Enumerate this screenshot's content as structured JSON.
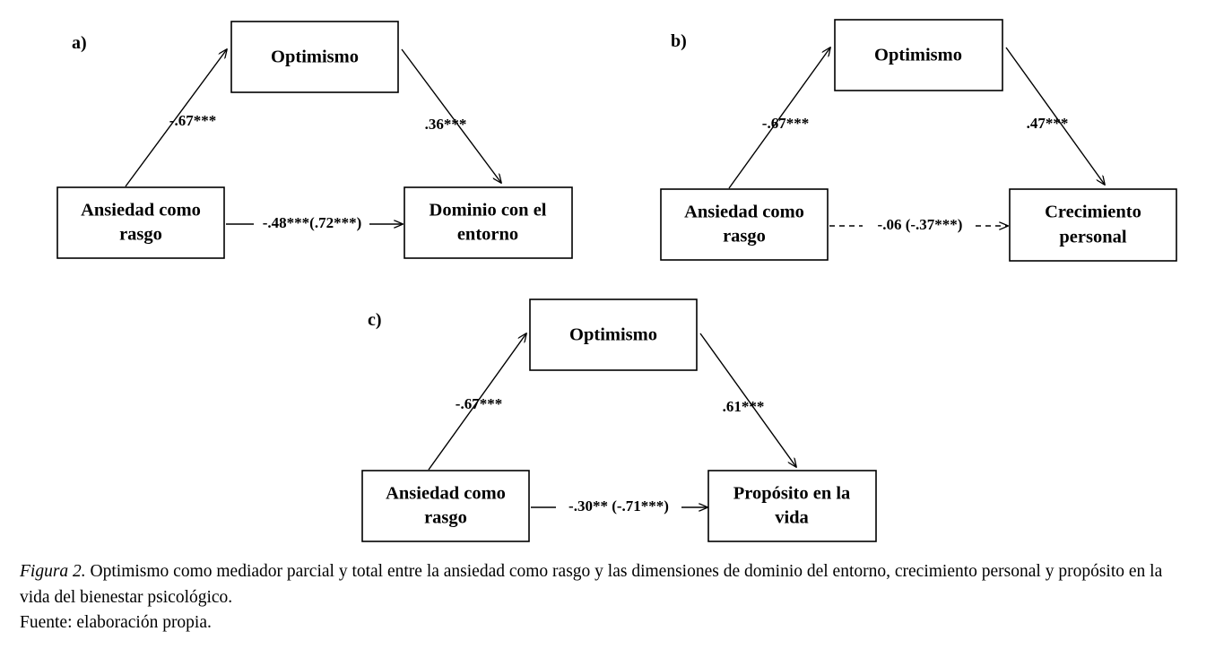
{
  "figure": {
    "panels": [
      {
        "letter": "a)",
        "nodes": {
          "mediator": "Optimismo",
          "predictor": [
            "Ansiedad como",
            "rasgo"
          ],
          "outcome": [
            "Dominio con el",
            "entorno"
          ]
        },
        "paths": {
          "a_path_label": "-.67***",
          "b_path_label": ".36***",
          "c_path_label": "-.48***(.72***)",
          "direct_style": "solid"
        }
      },
      {
        "letter": "b)",
        "nodes": {
          "mediator": "Optimismo",
          "predictor": [
            "Ansiedad como",
            "rasgo"
          ],
          "outcome": [
            "Crecimiento",
            "personal"
          ]
        },
        "paths": {
          "a_path_label": "-.67***",
          "b_path_label": ".47***",
          "c_path_label": "-.06 (-.37***)",
          "direct_style": "dashed"
        }
      },
      {
        "letter": "c)",
        "nodes": {
          "mediator": "Optimismo",
          "predictor": [
            "Ansiedad como",
            "rasgo"
          ],
          "outcome": [
            "Propósito en la",
            "vida"
          ]
        },
        "paths": {
          "a_path_label": "-.67***",
          "b_path_label": ".61***",
          "c_path_label": "-.30** (-.71***)",
          "direct_style": "solid"
        }
      }
    ]
  },
  "caption": {
    "figure_label": "Figura 2.",
    "line1": " Optimismo como mediador parcial y total entre la ansiedad como rasgo y las dimensiones de dominio del entorno, crecimiento personal y propósito en la vida del bienestar psicológico.",
    "line2": "Fuente: elaboración propia."
  },
  "colors": {
    "stroke": "#000000",
    "background": "#ffffff",
    "text": "#000000"
  }
}
